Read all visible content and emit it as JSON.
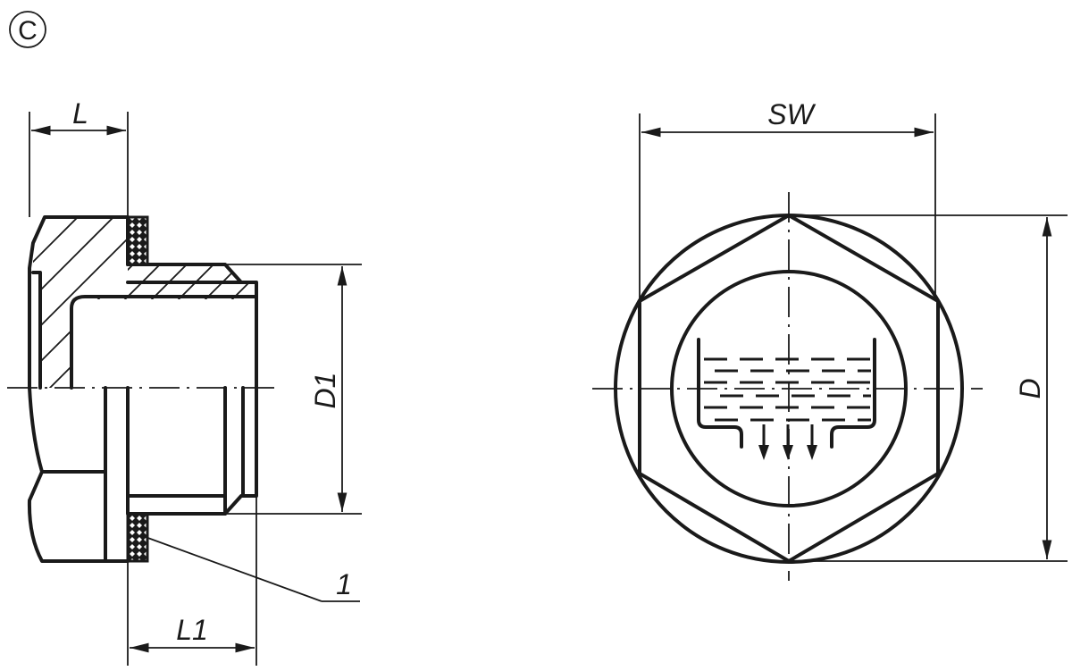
{
  "figure": {
    "variant_label": "C",
    "side_view": {
      "dimensions": {
        "length": "L",
        "thread_length": "L1",
        "thread_diameter": "D1"
      },
      "callouts": [
        {
          "number": "1",
          "target": "sealing ring"
        }
      ]
    },
    "front_view": {
      "dimensions": {
        "width_across_flats": "SW",
        "outer_diameter": "D"
      },
      "symbol": "oil-level / drain symbol"
    },
    "colors": {
      "line": "#1a1a1a",
      "background": "#ffffff"
    }
  }
}
